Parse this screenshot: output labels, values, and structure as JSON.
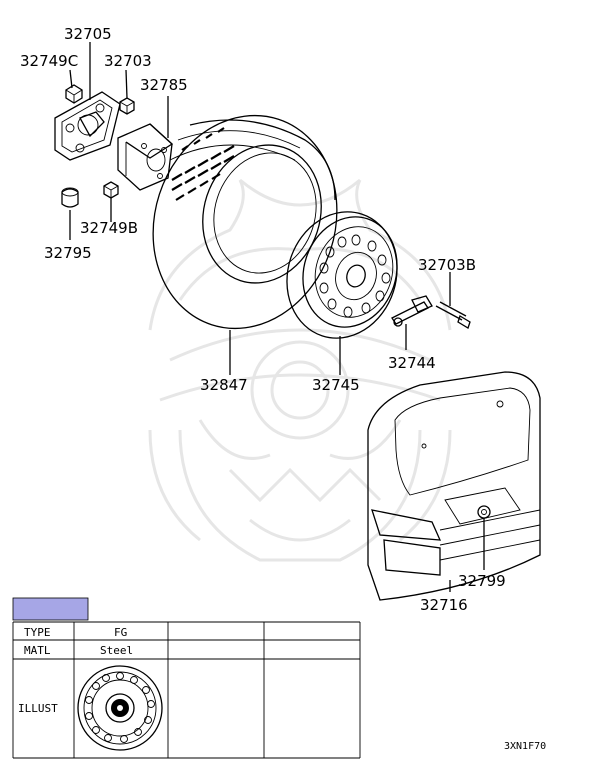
{
  "parts": [
    {
      "number": "32705"
    },
    {
      "number": "32749C"
    },
    {
      "number": "32703"
    },
    {
      "number": "32785"
    },
    {
      "number": "32749B"
    },
    {
      "number": "32795"
    },
    {
      "number": "32703B"
    },
    {
      "number": "32744"
    },
    {
      "number": "32847"
    },
    {
      "number": "32745"
    },
    {
      "number": "32799"
    },
    {
      "number": "32716"
    }
  ],
  "spec_table": {
    "legend_color": "#a6a6e6",
    "rows": [
      {
        "label": "TYPE",
        "values": [
          "FG",
          "",
          ""
        ]
      },
      {
        "label": "MATL",
        "values": [
          "Steel",
          "",
          ""
        ]
      },
      {
        "label": "ILLUST",
        "values": [
          "",
          "",
          ""
        ]
      }
    ]
  },
  "diagram_code": "3XN1F70",
  "watermark": {
    "color": "#e6e6e6",
    "icon": "samurai-helmet-icon"
  }
}
